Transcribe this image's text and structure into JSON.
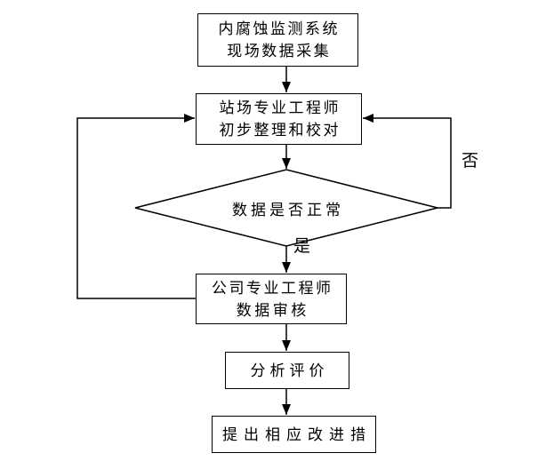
{
  "flowchart": {
    "background_color": "#ffffff",
    "line_color": "#000000",
    "shape_fill": "#ffffff",
    "nodes": {
      "collect": {
        "line1": "内腐蚀监测系统",
        "line2": "现场数据采集"
      },
      "station": {
        "line1": "站场专业工程师",
        "line2": "初步整理和校对"
      },
      "decision": {
        "label": "数据是否正常"
      },
      "review": {
        "line1": "公司专业工程师",
        "line2": "数据审核"
      },
      "analyze": {
        "label": "分析评价"
      },
      "improve": {
        "label": "提出相应改进措"
      }
    },
    "edge_labels": {
      "no": "否",
      "yes": "是"
    }
  }
}
